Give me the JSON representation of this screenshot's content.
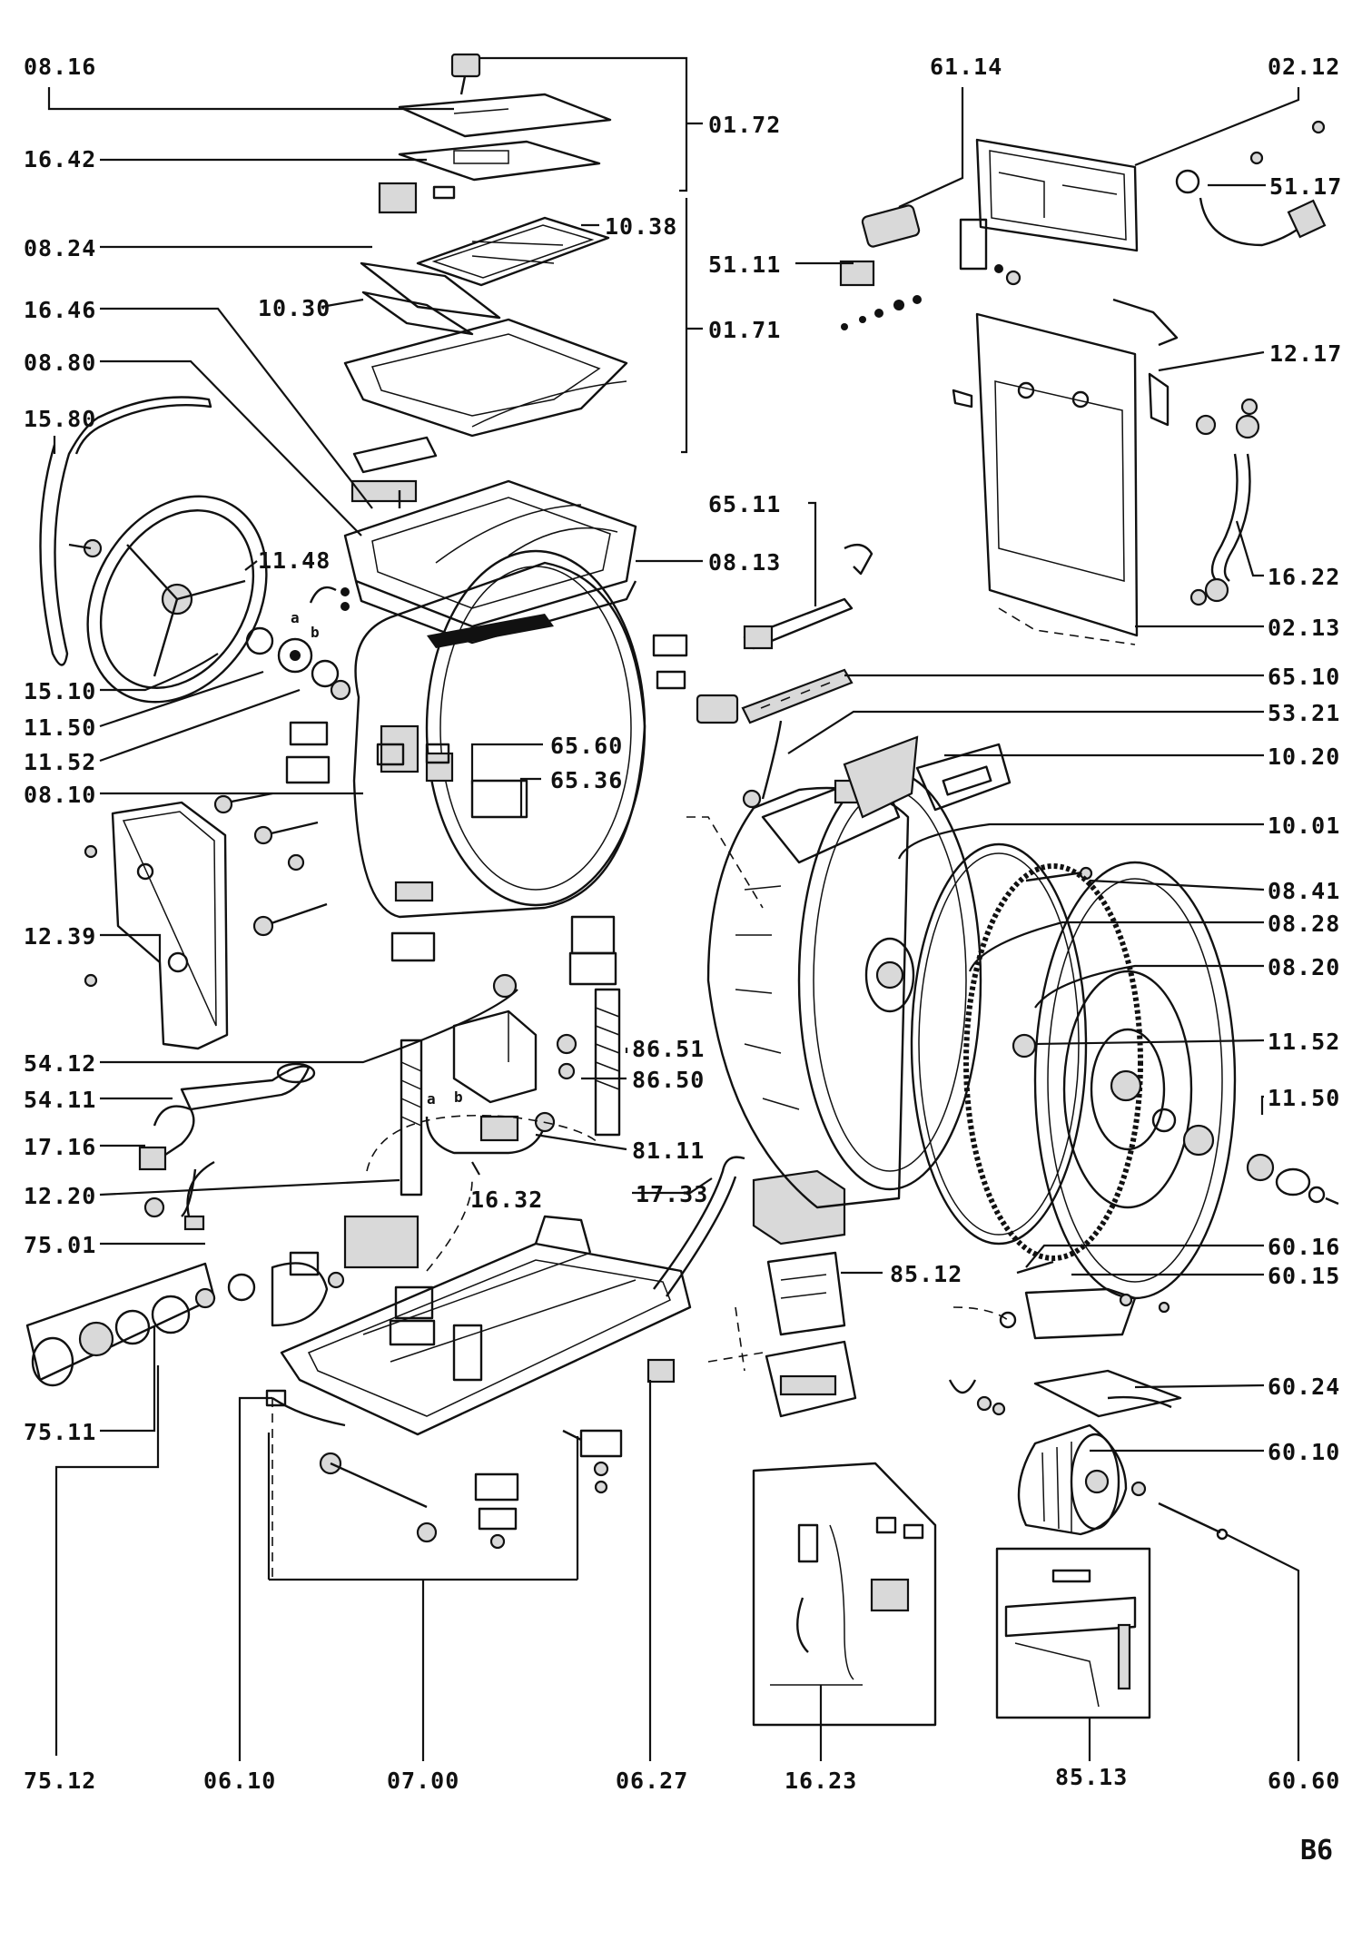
{
  "page_label": "B6",
  "part_labels": [
    {
      "id": "label-08-16",
      "text": "08.16"
    },
    {
      "id": "label-16-42",
      "text": "16.42"
    },
    {
      "id": "label-08-24",
      "text": "08.24"
    },
    {
      "id": "label-16-46",
      "text": "16.46"
    },
    {
      "id": "label-08-80",
      "text": "08.80"
    },
    {
      "id": "label-15-80",
      "text": "15.80"
    },
    {
      "id": "label-11-48",
      "text": "11.48"
    },
    {
      "id": "label-15-10",
      "text": "15.10"
    },
    {
      "id": "label-11-50-left",
      "text": "11.50"
    },
    {
      "id": "label-11-52-left",
      "text": "11.52"
    },
    {
      "id": "label-08-10",
      "text": "08.10"
    },
    {
      "id": "label-12-39",
      "text": "12.39"
    },
    {
      "id": "label-54-12",
      "text": "54.12"
    },
    {
      "id": "label-54-11",
      "text": "54.11"
    },
    {
      "id": "label-17-16",
      "text": "17.16"
    },
    {
      "id": "label-12-20",
      "text": "12.20"
    },
    {
      "id": "label-75-01",
      "text": "75.01"
    },
    {
      "id": "label-75-11",
      "text": "75.11"
    },
    {
      "id": "label-75-12",
      "text": "75.12"
    },
    {
      "id": "label-06-10",
      "text": "06.10"
    },
    {
      "id": "label-07-00",
      "text": "07.00"
    },
    {
      "id": "label-06-27",
      "text": "06.27"
    },
    {
      "id": "label-16-23",
      "text": "16.23"
    },
    {
      "id": "label-85-13",
      "text": "85.13"
    },
    {
      "id": "label-60-60",
      "text": "60.60"
    },
    {
      "id": "label-01-72",
      "text": "01.72"
    },
    {
      "id": "label-10-38",
      "text": "10.38"
    },
    {
      "id": "label-10-30",
      "text": "10.30"
    },
    {
      "id": "label-01-71",
      "text": "01.71"
    },
    {
      "id": "label-61-14",
      "text": "61.14"
    },
    {
      "id": "label-02-12",
      "text": "02.12"
    },
    {
      "id": "label-51-17",
      "text": "51.17"
    },
    {
      "id": "label-51-11",
      "text": "51.11"
    },
    {
      "id": "label-12-17",
      "text": "12.17"
    },
    {
      "id": "label-65-11",
      "text": "65.11"
    },
    {
      "id": "label-08-13",
      "text": "08.13"
    },
    {
      "id": "label-16-22",
      "text": "16.22"
    },
    {
      "id": "label-02-13",
      "text": "02.13"
    },
    {
      "id": "label-65-10",
      "text": "65.10"
    },
    {
      "id": "label-53-21",
      "text": "53.21"
    },
    {
      "id": "label-65-60",
      "text": "65.60"
    },
    {
      "id": "label-65-36",
      "text": "65.36"
    },
    {
      "id": "label-10-20",
      "text": "10.20"
    },
    {
      "id": "label-10-01",
      "text": "10.01"
    },
    {
      "id": "label-08-41",
      "text": "08.41"
    },
    {
      "id": "label-08-28",
      "text": "08.28"
    },
    {
      "id": "label-08-20",
      "text": "08.20"
    },
    {
      "id": "label-11-52-right",
      "text": "11.52"
    },
    {
      "id": "label-11-50-right",
      "text": "11.50"
    },
    {
      "id": "label-86-51",
      "text": "86.51"
    },
    {
      "id": "label-86-50",
      "text": "86.50"
    },
    {
      "id": "label-81-11",
      "text": "81.11"
    },
    {
      "id": "label-16-32",
      "text": "16.32"
    },
    {
      "id": "label-17-33",
      "text": "17.33"
    },
    {
      "id": "label-85-12",
      "text": "85.12"
    },
    {
      "id": "label-60-16",
      "text": "60.16"
    },
    {
      "id": "label-60-15",
      "text": "60.15"
    },
    {
      "id": "label-60-24",
      "text": "60.24"
    },
    {
      "id": "label-60-10",
      "text": "60.10"
    }
  ],
  "connector_letters": {
    "a1": "a",
    "b1": "b",
    "a2": "a",
    "b2": "b"
  }
}
